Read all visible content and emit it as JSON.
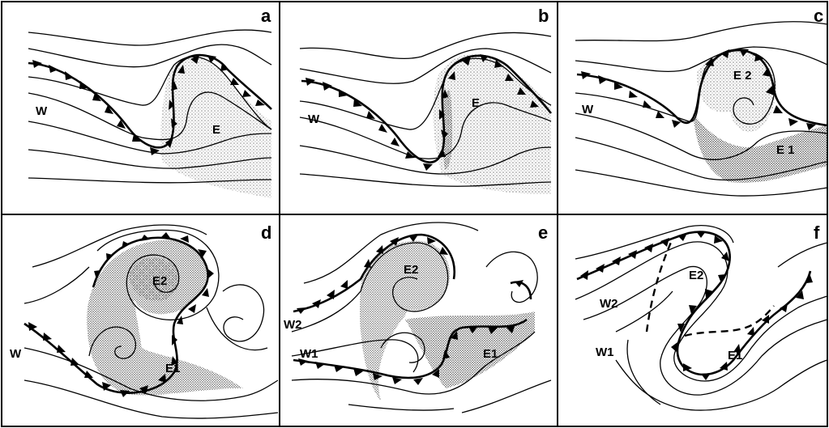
{
  "panels": [
    {
      "letter": "a",
      "labels": [
        "W",
        "E"
      ]
    },
    {
      "letter": "b",
      "labels": [
        "W",
        "E"
      ]
    },
    {
      "letter": "c",
      "labels": [
        "W",
        "E 2",
        "E 1"
      ]
    },
    {
      "letter": "d",
      "labels": [
        "W",
        "E2",
        "E1"
      ]
    },
    {
      "letter": "e",
      "labels": [
        "W2",
        "W1",
        "E2",
        "E1"
      ]
    },
    {
      "letter": "f",
      "labels": [
        "W2",
        "W1",
        "E2",
        "E1"
      ]
    }
  ],
  "colors": {
    "ink": "#000000",
    "paper": "#ffffff",
    "stipple": "#555555"
  }
}
